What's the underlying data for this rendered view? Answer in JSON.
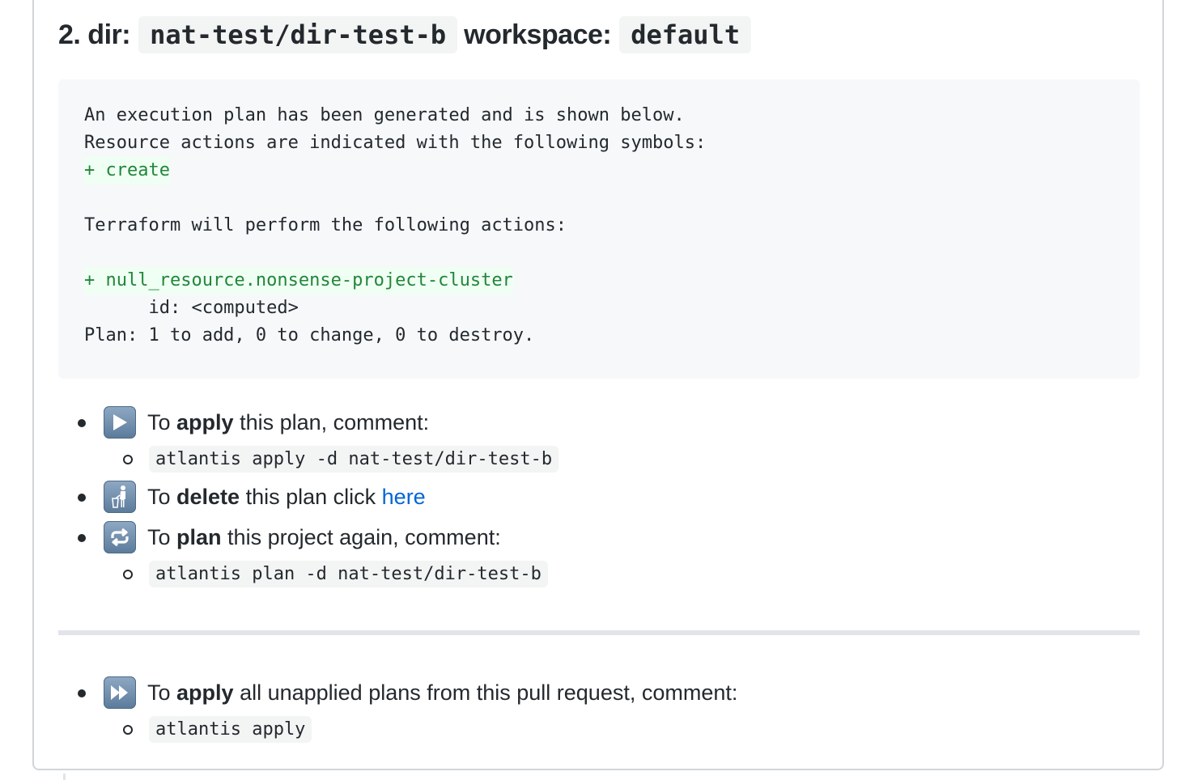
{
  "heading": {
    "prefix": "2. dir:",
    "dir": "nat-test/dir-test-b",
    "workspace_label": "workspace:",
    "workspace": "default"
  },
  "plan_output": {
    "lines": [
      "An execution plan has been generated and is shown below.",
      "Resource actions are indicated with the following symbols:",
      "+ create",
      "",
      "Terraform will perform the following actions:",
      "",
      "+ null_resource.nonsense-project-cluster",
      "      id: <computed>",
      "Plan: 1 to add, 0 to change, 0 to destroy."
    ]
  },
  "actions": {
    "apply": {
      "icon": "play-button-icon",
      "pre": "To ",
      "bold": "apply",
      "post": " this plan, comment:",
      "command": "atlantis apply -d nat-test/dir-test-b"
    },
    "delete": {
      "icon": "litter-in-bin-icon",
      "pre": "To ",
      "bold": "delete",
      "post": " this plan click ",
      "link": "here"
    },
    "replan": {
      "icon": "repeat-icon",
      "pre": "To ",
      "bold": "plan",
      "post": " this project again, comment:",
      "command": "atlantis plan -d nat-test/dir-test-b"
    },
    "apply_all": {
      "icon": "fast-forward-icon",
      "pre": "To ",
      "bold": "apply",
      "post": " all unapplied plans from this pull request, comment:",
      "command": "atlantis apply"
    }
  },
  "colors": {
    "add_green": "#22863a",
    "link_blue": "#0366d6",
    "code_bg": "#f6f8fa"
  }
}
